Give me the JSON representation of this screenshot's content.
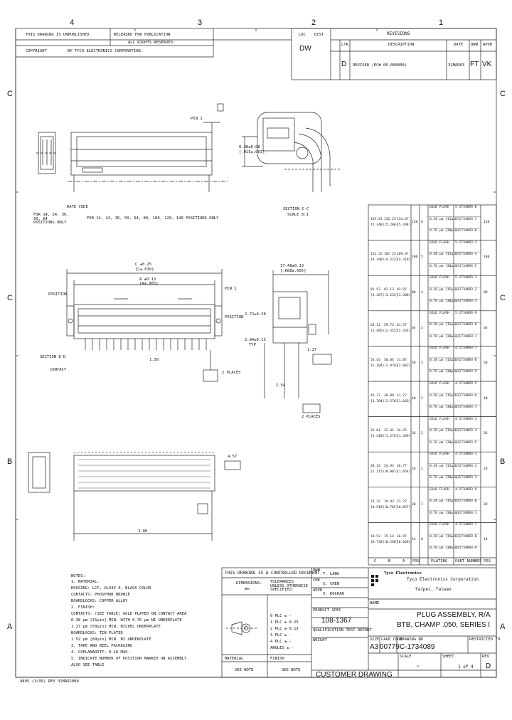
{
  "zones": {
    "cols": [
      "4",
      "3",
      "2",
      "1"
    ],
    "rows": [
      "C",
      "C",
      "B",
      "A"
    ]
  },
  "top_notes": {
    "unpublished": "THIS DRAWING IS UNPUBLISHED.",
    "copyright": "COPYRIGHT",
    "rights": "ALL RIGHTS RESERVED.",
    "company": "BY TYCO ELECTRONICS CORPORATION.",
    "released": "RELEASED FOR PUBLICATION",
    "loc": "LOC",
    "dist": "DIST",
    "dw": "DW"
  },
  "revisions": {
    "header": "REVISIONS",
    "col_ltr": "LTR",
    "col_desc": "DESCRIPTION",
    "col_date": "DATE",
    "col_dwn": "DWN",
    "col_apvd": "APVD",
    "ltr": "D",
    "desc": "REVISED (EC# 06-000000)",
    "date": "31MAR03",
    "dwn": "FT",
    "apvd": "VK"
  },
  "views": {
    "pin1_a": "PIN 1",
    "date_code": "DATE CODE",
    "note_pos": "FOR 14, 24, 36, 50, 64 POSITIONS ONLY",
    "note_pos2": "FOR 14, 24, 36, 50, 64, 80, 100, 120, 140 POSITIONS ONLY",
    "dim_a": "0.38±0.08",
    "dim_a2": "[.015±.003]",
    "section": "SECTION C-C",
    "scale": "SCALE 8:1",
    "dim_b": "C ±0.25",
    "dim_b2": "[C±.010]",
    "dim_c": "A ±0.13",
    "dim_c2": "[A±.005]",
    "pin1_b": "PIN 1",
    "position": "POSITION",
    "section_d": "SECTION D-D",
    "contact": "CONTACT",
    "dim_d": "17.48±0.13",
    "dim_d2": "[.688±.005]",
    "dim_e": "2.72±0.20",
    "dim_f": "2.84±0.13",
    "dim_g": "1.27",
    "dim_h": "2.54",
    "typ": "TYP",
    "places": "2 PLACES",
    "dim_i": "1.50",
    "dim_j": "3.00",
    "dim_k": "4.57"
  },
  "chart_data": {
    "type": "table",
    "columns": [
      "C",
      "B",
      "A",
      "POS",
      "PLATING",
      "PART NUMBER",
      "POS"
    ],
    "rows": [
      {
        "c": "135.63",
        "b": "132.23",
        "a": "134.47",
        "c2": "[5.340]",
        "b2": "[5.206]",
        "a2": "[5.294]",
        "pos": "120",
        "n1": "120",
        "n2": "6",
        "plating": [
          "GOLD FLASH",
          "0.38 μm [15μin]",
          "0.76 μm [30μin]"
        ],
        "parts": [
          "5-1734093-6",
          "5-1734093-7",
          "1-1734093-8"
        ],
        "last": "120"
      },
      {
        "c": "111.52",
        "b": "107.23",
        "a": "109.67",
        "c2": "[4.390]",
        "b2": "[4.222]",
        "a2": "[4.318]",
        "pos": "100",
        "n1": "100",
        "n2": "5",
        "plating": [
          "GOLD FLASH",
          "0.38 μm [15μin]",
          "0.76 μm [30μin]"
        ],
        "parts": [
          "5-1734093-3",
          "2-1734093-4",
          "1-1734093-5"
        ],
        "last": "100"
      },
      {
        "c": "85.52",
        "b": "82.13",
        "a": "83.97",
        "c2": "[3.367]",
        "b2": "[3.233]",
        "a2": "[3.306]",
        "pos": "80",
        "n1": "80",
        "n2": "4",
        "plating": [
          "GOLD FLASH",
          "0.38 μm [15μin]",
          "0.76 μm [30μin]"
        ],
        "parts": [
          "5-1734093-1",
          "2-1734093-2",
          "1-1734093-3"
        ],
        "last": "80"
      },
      {
        "c": "63.12",
        "b": "59.73",
        "a": "61.57",
        "c2": "[2.485]",
        "b2": "[2.352]",
        "a2": "[2.424]",
        "pos": "64",
        "n1": "64",
        "n2": "3",
        "plating": [
          "GOLD FLASH",
          "0.38 μm [15μin]",
          "0.76 μm [30μin]"
        ],
        "parts": [
          "5-1734093-9",
          "2-1734093-0",
          "1-1734093-1"
        ],
        "last": "64"
      },
      {
        "c": "53.43",
        "b": "50.04",
        "a": "51.87",
        "c2": "[2.104]",
        "b2": "[1.970]",
        "a2": "[2.042]",
        "pos": "50",
        "n1": "50",
        "n2": "3",
        "plating": [
          "GOLD FLASH",
          "0.38 μm [15μin]",
          "0.76 μm [30μin]"
        ],
        "parts": [
          "4-1734093-7",
          "5-1734093-8",
          "1-1734093-9"
        ],
        "last": "50"
      },
      {
        "c": "43.27",
        "b": "39.88",
        "a": "41.72",
        "c2": "[1.704]",
        "b2": "[1.570]",
        "a2": "[1.643]",
        "pos": "40",
        "n1": "40",
        "n2": "2",
        "plating": [
          "GOLD FLASH",
          "0.38 μm [15μin]",
          "0.76 μm [30μin]"
        ],
        "parts": [
          "4-1734093-5",
          "5-1734093-6",
          "1-1734093-7"
        ],
        "last": "40"
      },
      {
        "c": "35.81",
        "b": "32.42",
        "a": "34.25",
        "c2": "[1.410]",
        "b2": "[1.276]",
        "a2": "[1.349]",
        "pos": "36",
        "n1": "36",
        "n2": "2",
        "plating": [
          "GOLD FLASH",
          "0.38 μm [15μin]",
          "0.76 μm [30μin]"
        ],
        "parts": [
          "4-1734093-3",
          "5-1734093-4",
          "1-1734093-5"
        ],
        "last": "36"
      },
      {
        "c": "28.32",
        "b": "24.93",
        "a": "26.77",
        "c2": "[1.115]",
        "b2": "[0.981]",
        "a2": "[1.054]",
        "pos": "26",
        "n1": "26",
        "n2": "1",
        "plating": [
          "GOLD FLASH",
          "0.38 μm [15μin]",
          "0.76 μm [30μin]"
        ],
        "parts": [
          "4-1734093-1",
          "5-1734093-2",
          "1-1734093-3"
        ],
        "last": "26"
      },
      {
        "c": "23.32",
        "b": "19.93",
        "a": "21.77",
        "c2": "[0.918]",
        "b2": "[0.785]",
        "a2": "[0.857]",
        "pos": "20",
        "n1": "20",
        "n2": "1",
        "plating": [
          "GOLD FLASH",
          "0.38 μm [15μin]",
          "0.76 μm [30μin]"
        ],
        "parts": [
          "4-1734093-9",
          "5-1734093-0",
          "1-1734093-1"
        ],
        "last": "20"
      },
      {
        "c": "18.53",
        "b": "15.14",
        "a": "16.97",
        "c2": "[0.730]",
        "b2": "[0.596]",
        "a2": "[0.668]",
        "pos": "14",
        "n1": "14",
        "n2": "0",
        "plating": [
          "GOLD FLASH",
          "0.38 μm [15μin]",
          "0.76 μm [30μin]"
        ],
        "parts": [
          "4-1734093-7",
          "5-1734093-8",
          "1-1734093-9"
        ],
        "last": "14"
      }
    ]
  },
  "notes": {
    "title": "NOTES:",
    "lines": [
      "1. MATERIAL:",
      "   HOUSING: LCP, UL94V-0, BLACK COLOR",
      "   CONTACTS: PHOSPHOR BRONZE",
      "   BOARDLOCKS: COPPER ALLOY",
      "2. FINISH:",
      "   CONTACTS: (SEE TABLE) GOLD PLATED ON CONTACT AREA",
      "   0.38 μm [15μin] MIN. WITH 0.76 μm NI UNDERPLATE",
      "   1.27 μm [50μin] MIN. NICKEL UNDERPLATE",
      "   BOARDLOCKS: TIN PLATED",
      "   1.52 μm [60μin] MIN. NI UNDERPLATE",
      "3. TAPE AND REEL PACKAGING",
      "4. COPLANARITY: 0.10 MAX.",
      "5. INDICATE NUMBER OF POSITION MARKED ON ASSEMBLY.",
      "   ALSO SEE TABLE"
    ],
    "footer": "4805 (3/99) REV 31MAR2000"
  },
  "title_block": {
    "controlled": "THIS DRAWING IS A CONTROLLED DOCUMENT.",
    "dim_units": "DIMENSIONS:",
    "mm": "mm",
    "tolerances": "TOLERANCES UNLESS OTHERWISE SPECIFIED:",
    "tol_lines": [
      "0 PLC ±  -",
      "1 PLC ± 0.25",
      "2 PLC ± 0.13",
      "3 PLC ±  -",
      "4 PLC ±  -",
      "ANGLES ±  -"
    ],
    "material": "MATERIAL",
    "finish": "FINISH",
    "see_note": "SEE NOTE",
    "see_note2": "SEE NOTE",
    "dwn_label": "DWN",
    "dwn": "T. LANG",
    "chk_label": "CHK",
    "chk": "S. CHEN",
    "appvd_label": "APVD",
    "appvd": "V. KOCHAR",
    "prod_spec": "PRODUCT SPEC",
    "spec": "108-1367",
    "qual": "QUALIFICATION TEST REPORT",
    "weight": "WEIGHT",
    "company": "Tyco Electronics Corporation",
    "city": "Taipei, Taiwan",
    "logo": "Tyco Electronics",
    "name_label": "NAME",
    "title1": "PLUG ASSEMBLY, R/A",
    "title2": "BTB, CHAMP .050, SERIES I",
    "size_label": "SIZE",
    "cage_label": "CAGE CODE",
    "drawing_no_label": "DRAWING NO",
    "restricted": "RESTRICTED TO",
    "size": "A3",
    "cage": "00779",
    "drawing_no": "C-1734089",
    "customer": "CUSTOMER DRAWING",
    "scale_label": "SCALE",
    "scale": "-",
    "sheet_label": "SHEET",
    "sheet": "1 of 4",
    "rev_label": "REV",
    "rev": "D"
  }
}
